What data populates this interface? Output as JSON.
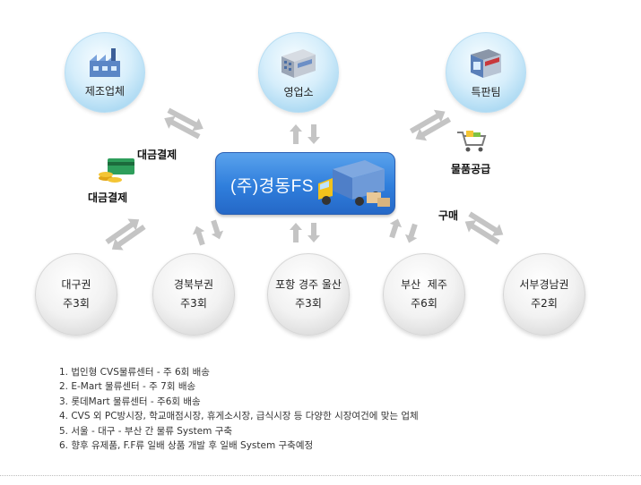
{
  "center": {
    "title": "(주)경동FS"
  },
  "top_nodes": [
    {
      "label": "제조업체",
      "icon": "factory-icon"
    },
    {
      "label": "영업소",
      "icon": "office-building-icon"
    },
    {
      "label": "특판팀",
      "icon": "store-icon"
    }
  ],
  "bottom_nodes": [
    {
      "label": "대구권",
      "frequency": "주3회"
    },
    {
      "label": "경북부권",
      "frequency": "주3회"
    },
    {
      "label": "포항 경주 울산",
      "frequency": "주3회"
    },
    {
      "label": "부산  제주",
      "frequency": "주6회"
    },
    {
      "label": "서부경남권",
      "frequency": "주2회"
    }
  ],
  "flow_labels": {
    "payment_upper": "대금결제",
    "payment_lower": "대금결제",
    "supply": "물품공급",
    "purchase": "구매"
  },
  "notes": [
    "1. 법인형 CVS물류센터 - 주 6회 배송",
    "2. E-Mart 물류센터 - 주 7회 배송",
    "3. 롯데Mart 물류센터 - 주6회 배송",
    "4. CVS 외 PC방시장, 학교매점시장, 휴게소시장, 급식시장 등 다양한 시장여건에 맞는 업체",
    "5. 서울 - 대구 - 부산 간 물류 System 구축",
    "6. 향후 유제품, F.F류 일배 상품 개발 후 일배 System 구축예정"
  ],
  "colors": {
    "center_box": "#2f7edc",
    "top_circle": "#a9d8f2",
    "bottom_circle": "#d9d9d9",
    "arrow": "#c4c4c4"
  }
}
